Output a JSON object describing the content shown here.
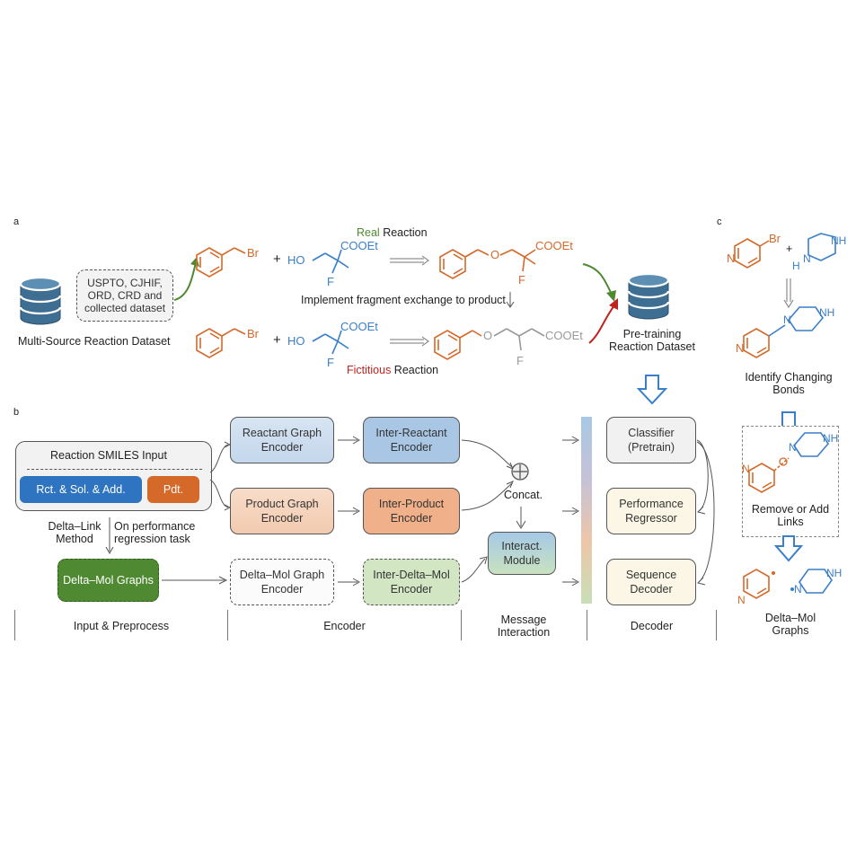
{
  "panels": {
    "a": "a",
    "b": "b",
    "c": "c"
  },
  "panel_a": {
    "dataset_sources": "USPTO, CJHIF, ORD, CRD and collected dataset",
    "multi_source_label": "Multi-Source Reaction Dataset",
    "real_word": "Real",
    "reaction_word": " Reaction",
    "fictitious_word": "Fictitious",
    "implement_text": "Implement fragment exchange to product",
    "pretraining_label": "Pre-training Reaction Dataset",
    "plus": "+",
    "atoms": {
      "br": "Br",
      "ho": "HO",
      "f": "F",
      "cooet": "COOEt",
      "o": "O"
    }
  },
  "panel_b": {
    "smiles_input": "Reaction SMILES Input",
    "rct_sol_add": "Rct. & Sol. & Add.",
    "pdt": "Pdt.",
    "delta_link_method": "Delta–Link Method",
    "on_performance": "On performance regression task",
    "delta_mol_graphs": "Delta–Mol Graphs",
    "reactant_graph_encoder": "Reactant Graph Encoder",
    "product_graph_encoder": "Product Graph Encoder",
    "delta_mol_graph_encoder": "Delta–Mol Graph Encoder",
    "inter_reactant_encoder": "Inter-Reactant Encoder",
    "inter_product_encoder": "Inter-Product Encoder",
    "inter_delta_mol_encoder": "Inter-Delta–Mol Encoder",
    "concat": "Concat.",
    "interact_module": "Interact. Module",
    "classifier": "Classifier (Pretrain)",
    "performance_regressor": "Performance Regressor",
    "sequence_decoder": "Sequence Decoder",
    "stage_labels": [
      "Input & Preprocess",
      "Encoder",
      "Message Interaction",
      "Decoder"
    ]
  },
  "panel_c": {
    "identify": "Identify Changing Bonds",
    "remove_add": "Remove or Add Links",
    "delta_mol_graphs": "Delta–Mol Graphs",
    "atoms": {
      "n": "N",
      "br": "Br",
      "h": "H",
      "nh": "NH"
    }
  },
  "colors": {
    "orange": "#d4692a",
    "blue": "#3a7fc9",
    "green": "#4f8a33",
    "red": "#c0221f",
    "gray": "#9a9a9a"
  }
}
